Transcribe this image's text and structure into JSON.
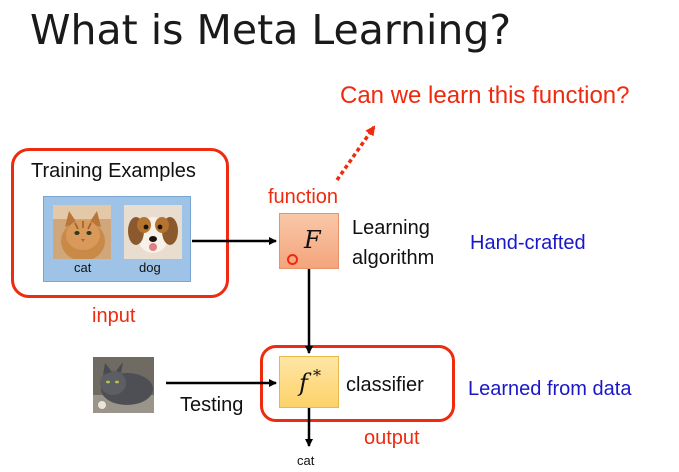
{
  "title": "What is Meta Learning?",
  "question": "Can we learn this function?",
  "input_box": {
    "heading": "Training Examples",
    "examples": [
      {
        "label": "cat",
        "icon": "cat-photo"
      },
      {
        "label": "dog",
        "icon": "dog-photo"
      }
    ],
    "caption": "input"
  },
  "function_label": "function",
  "learning_block": {
    "symbol": "F",
    "label_line1": "Learning",
    "label_line2": "algorithm",
    "note": "Hand-crafted"
  },
  "classifier_block": {
    "symbol": "f",
    "superscript": "*",
    "label": "classifier",
    "note": "Learned from data",
    "caption": "output"
  },
  "testing_label": "Testing",
  "result_label": "cat",
  "colors": {
    "accent_red": "#ee2a0f",
    "note_blue": "#1a17c8",
    "F_box": "#f6b08e",
    "f_box": "#fdd77a",
    "photo_panel": "#9fc3e6"
  }
}
